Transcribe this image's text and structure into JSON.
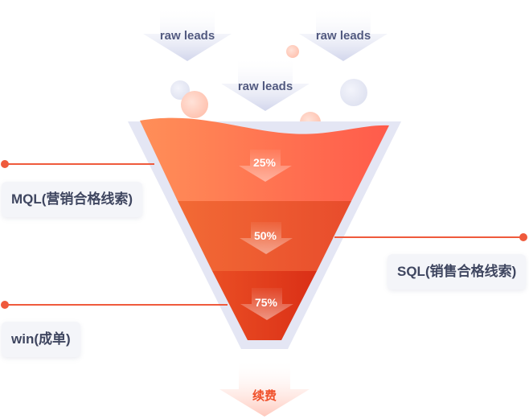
{
  "raw_leads": [
    "raw leads",
    "raw leads",
    "raw leads"
  ],
  "stages": [
    {
      "pct": "25%",
      "label": "MQL(营销合格线索)"
    },
    {
      "pct": "50%",
      "label": "SQL(销售合格线索)"
    },
    {
      "pct": "75%",
      "label": "win(成单)"
    }
  ],
  "renewal": "续费",
  "colors": {
    "funnel_top_light": "#ff8c55",
    "funnel_top_dark": "#ff5a4a",
    "funnel_mid": "#ee5a2e",
    "funnel_bottom": "#e23a1c",
    "funnel_rim": "#e4e6f4",
    "connector": "#ef5a3c",
    "raw_arrow": "#d6d9ee",
    "label_text": "#3f4660",
    "renewal_text": "#f0502a"
  }
}
